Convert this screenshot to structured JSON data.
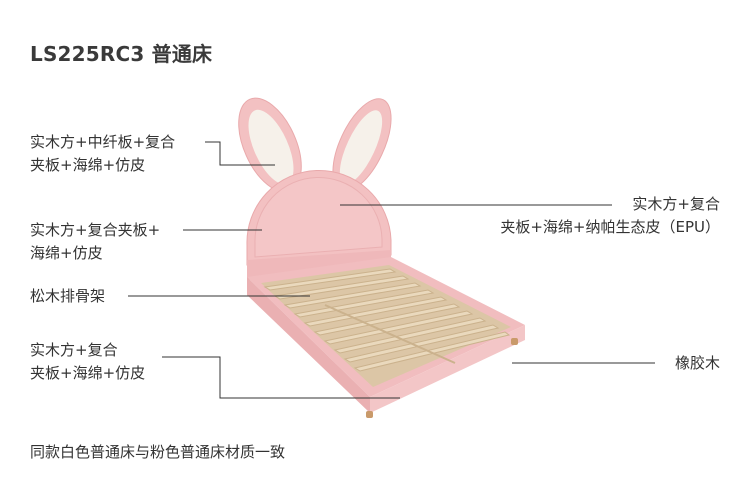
{
  "header": {
    "title": "LS225RC3 普通床"
  },
  "annotations": {
    "ears": {
      "line1": "实木方+中纤板+复合",
      "line2": "夹板+海绵+仿皮"
    },
    "headboard_front": {
      "line1": "实木方+复合",
      "line2": "夹板+海绵+纳帕生态皮（EPU）"
    },
    "headboard_frame": {
      "line1": "实木方+复合夹板+",
      "line2": "海绵+仿皮"
    },
    "slats": {
      "line1": "松木排骨架"
    },
    "side_frame": {
      "line1": "实木方+复合",
      "line2": "夹板+海绵+仿皮"
    },
    "legs": {
      "line1": "橡胶木"
    }
  },
  "footer": {
    "note": "同款白色普通床与粉色普通床材质一致"
  },
  "colors": {
    "bed_pink": "#f3c1c2",
    "bed_pink_dark": "#e9a9ab",
    "ear_inner": "#f6f1ea",
    "slat": "#ead9bd",
    "leg": "#c99a6a",
    "line": "#333333"
  }
}
